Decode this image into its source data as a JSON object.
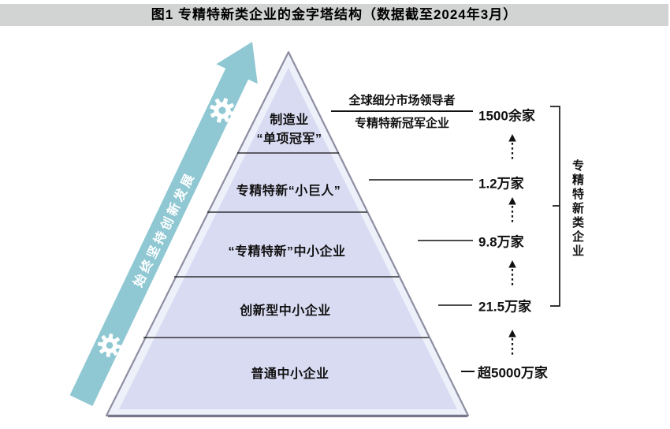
{
  "title": "图1  专精特新类企业的金字塔结构（数据截至2024年3月）",
  "growth_arrow": {
    "label": "始终坚持创新发展",
    "color": "#8fc8d3"
  },
  "pyramid": {
    "fill_color": "#d9dbf3",
    "levels": [
      {
        "name_line1": "制造业",
        "name_line2": "“单项冠军”",
        "count": "1500余家"
      },
      {
        "name": "专精特新“小巨人”",
        "count": "1.2万家"
      },
      {
        "name": "“专精特新”中小企业",
        "count": "9.8万家"
      },
      {
        "name": "创新型中小企业",
        "count": "21.5万家"
      },
      {
        "name": "普通中小企业",
        "count": "超5000万家"
      }
    ]
  },
  "apex_annotation": {
    "numerator": "全球细分市场领导者",
    "denominator": "专精特新冠军企业"
  },
  "bracket_label": "专精特新类企业"
}
